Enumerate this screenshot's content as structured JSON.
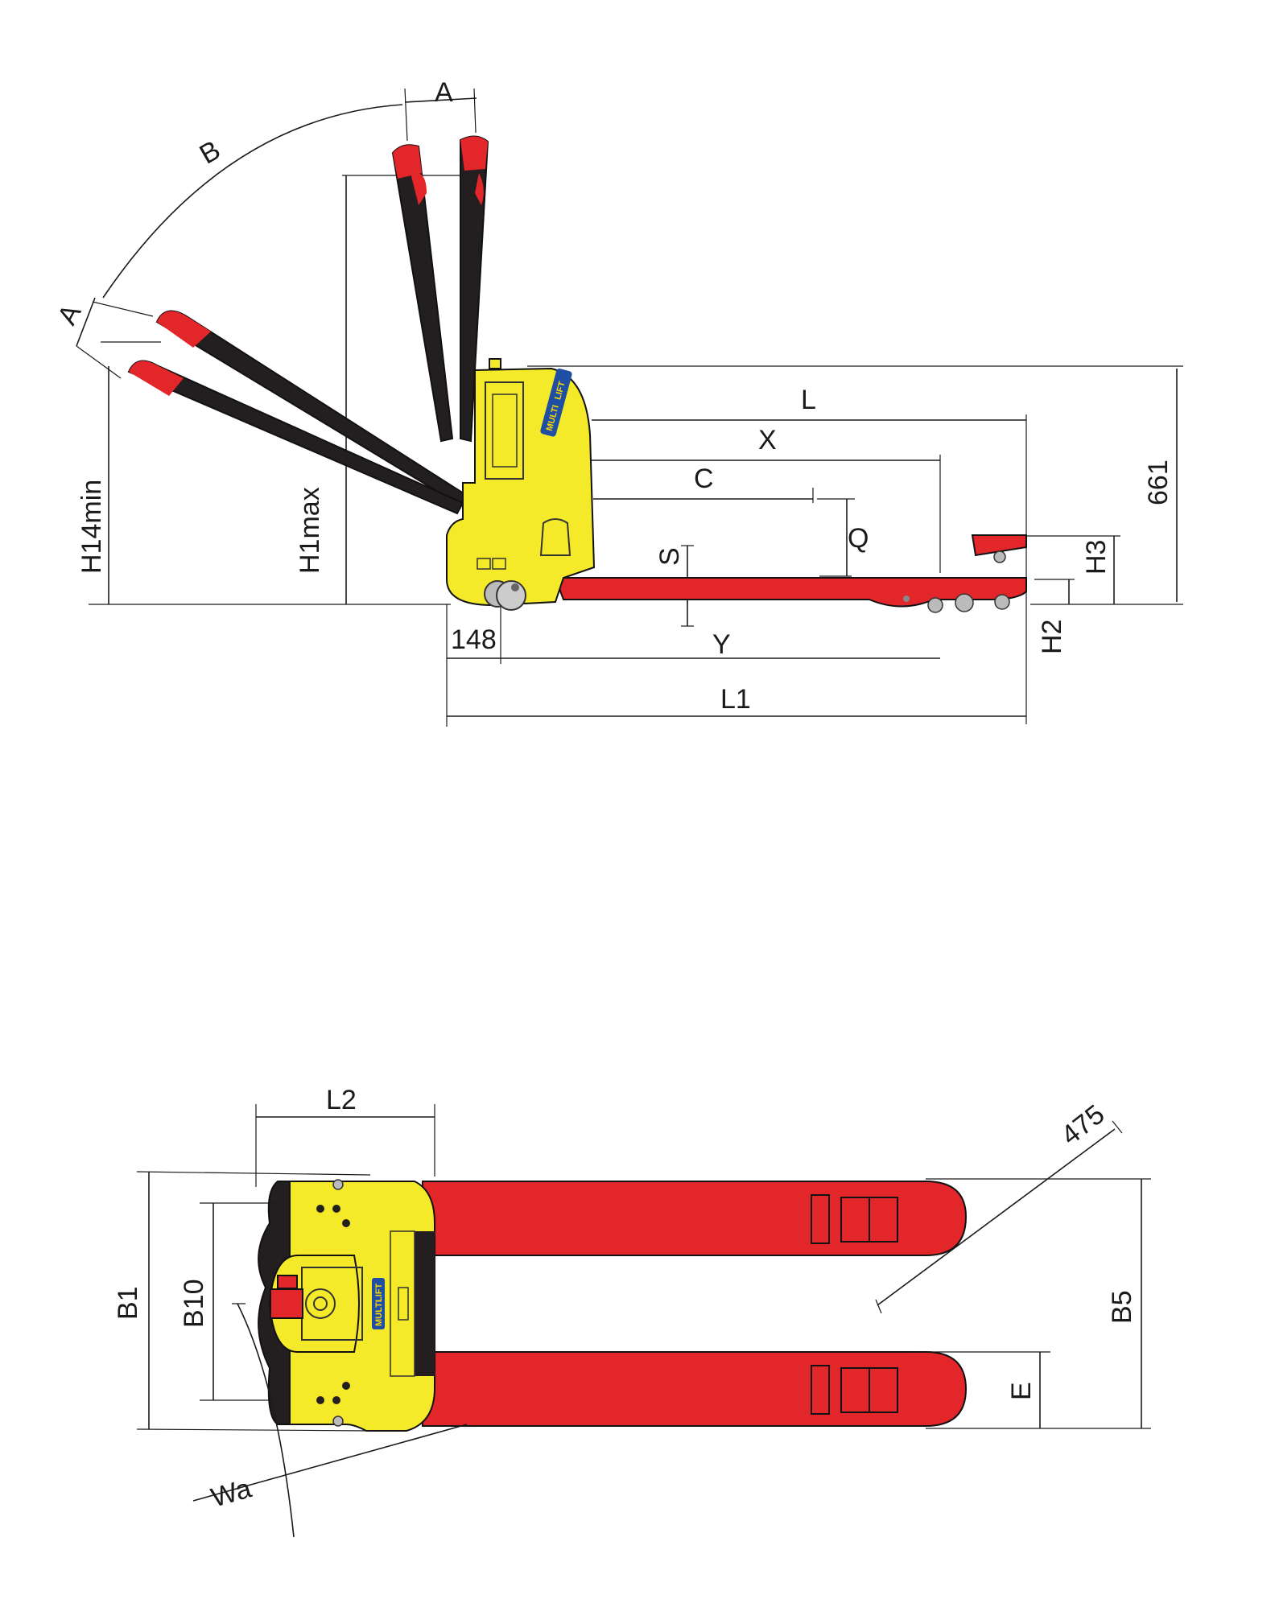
{
  "colors": {
    "body_yellow": "#f5ea2a",
    "fork_red": "#e3262a",
    "handle_black": "#231f20",
    "line": "#1a1a1a",
    "logo_blue": "#1f4fa3"
  },
  "side_view": {
    "labels": {
      "A_top": "A",
      "B": "B",
      "A_side": "A",
      "H14min": "H14min",
      "H1max": "H1max",
      "L": "L",
      "X": "X",
      "C": "C",
      "Q": "Q",
      "S": "S",
      "H3": "H3",
      "H2": "H2",
      "d661": "661",
      "d148": "148",
      "Y": "Y",
      "L1": "L1"
    },
    "logo": {
      "part1": "MULTI",
      "part2": "LIFT"
    }
  },
  "top_view": {
    "labels": {
      "L2": "L2",
      "d475": "475",
      "B1": "B1",
      "B10": "B10",
      "B5": "B5",
      "E": "E",
      "Wa": "Wa"
    },
    "logo": {
      "part1": "MULTI",
      "part2": "LIFT"
    }
  }
}
